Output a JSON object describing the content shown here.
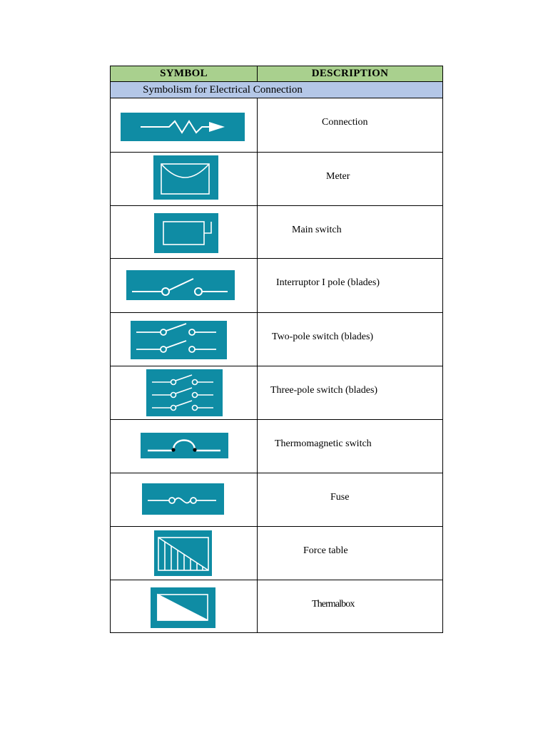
{
  "table": {
    "header": {
      "symbol": "SYMBOL",
      "description": "DESCRIPTION"
    },
    "subheader": "Symbolism for Electrical Connection",
    "rows": [
      {
        "icon": "connection-symbol-icon",
        "description": "Connection"
      },
      {
        "icon": "meter-symbol-icon",
        "description": "Meter"
      },
      {
        "icon": "main-switch-symbol-icon",
        "description": "Main switch"
      },
      {
        "icon": "single-pole-switch-symbol-icon",
        "description": "Interruptor I pole (blades)"
      },
      {
        "icon": "two-pole-switch-symbol-icon",
        "description": "Two-pole switch (blades)"
      },
      {
        "icon": "three-pole-switch-symbol-icon",
        "description": "Three-pole switch (blades)"
      },
      {
        "icon": "thermomagnetic-switch-symbol-icon",
        "description": "Thermomagnetic switch"
      },
      {
        "icon": "fuse-symbol-icon",
        "description": "Fuse"
      },
      {
        "icon": "force-table-symbol-icon",
        "description": "Force table"
      },
      {
        "icon": "thermal-box-symbol-icon",
        "description": "Thermalbox"
      }
    ]
  },
  "colors": {
    "header_bg": "#a9d08e",
    "subheader_bg": "#b4c7e7",
    "symbol_bg": "#0f8ca4",
    "symbol_line": "#ffffff"
  }
}
